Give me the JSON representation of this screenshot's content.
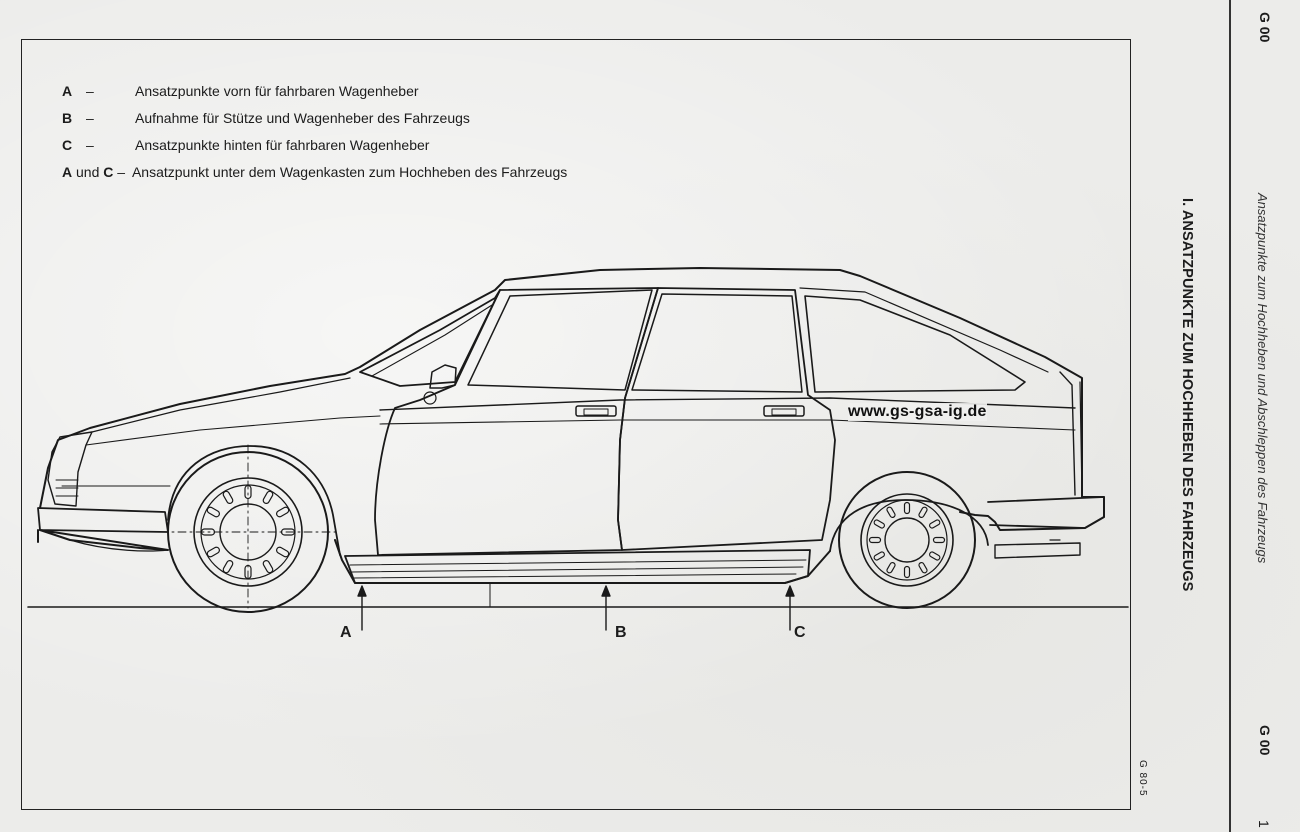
{
  "legend": [
    {
      "key": "A",
      "dash": "–",
      "text": "Ansatzpunkte vorn für fahrbaren Wagenheber"
    },
    {
      "key": "B",
      "dash": "–",
      "text": "Aufnahme für Stütze und Wagenheber des Fahrzeugs"
    },
    {
      "key": "C",
      "dash": "–",
      "text": "Ansatzpunkte hinten für fahrbaren Wagenheber"
    }
  ],
  "legend_combined": {
    "key_a": "A",
    "und": "und",
    "key_c": "C",
    "dash": "–",
    "text": "Ansatzpunkt unter dem Wagenkasten zum Hochheben des Fahrzeugs"
  },
  "drawing": {
    "watermark_url": "www.gs-gsa-ig.de",
    "point_labels": {
      "a": "A",
      "b": "B",
      "c": "C"
    },
    "figure_code": "G 80-5"
  },
  "sidebar": {
    "section_title": "I. ANSATZPUNKTE ZUM HOCHHEBEN DES FAHRZEUGS",
    "running_title": "Ansatzpunkte zum Hochheben und Abschleppen des Fahrzeugs",
    "code_top": "G 00",
    "code_bottom": "G 00",
    "page_number": "1"
  }
}
